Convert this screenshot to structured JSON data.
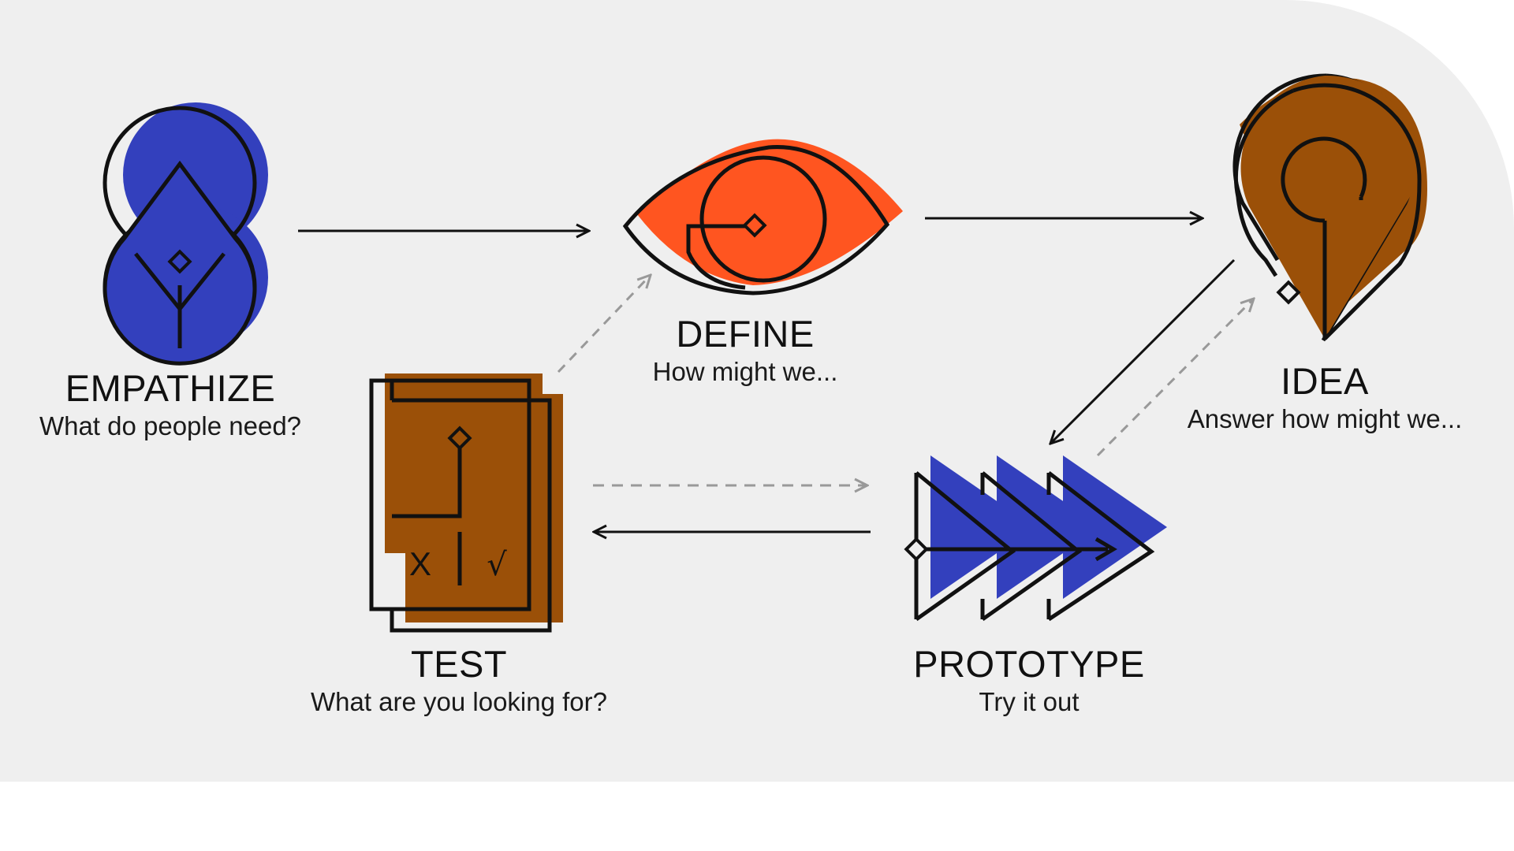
{
  "colors": {
    "background_panel": "#efefef",
    "blue": "#3340bd",
    "orange": "#ff5520",
    "brown": "#9b5008",
    "stroke": "#111111",
    "dashed": "#999999"
  },
  "stages": {
    "empathize": {
      "title": "EMPATHIZE",
      "subtitle": "What do people need?",
      "icon": "figure-eight-leaf-icon",
      "color": "blue"
    },
    "define": {
      "title": "DEFINE",
      "subtitle": "How might we...",
      "icon": "eye-spiral-icon",
      "color": "orange"
    },
    "idea": {
      "title": "IDEA",
      "subtitle": "Answer how might we...",
      "icon": "location-pin-icon",
      "color": "brown"
    },
    "test": {
      "title": "TEST",
      "subtitle": "What are you looking for?",
      "icon": "checklist-cards-icon",
      "color": "brown"
    },
    "prototype": {
      "title": "PROTOTYPE",
      "subtitle": "Try it out",
      "icon": "triple-arrow-icon",
      "color": "blue"
    }
  },
  "connections": [
    {
      "from": "empathize",
      "to": "define",
      "style": "solid"
    },
    {
      "from": "define",
      "to": "idea",
      "style": "solid"
    },
    {
      "from": "idea",
      "to": "prototype",
      "style": "solid"
    },
    {
      "from": "prototype",
      "to": "test",
      "style": "solid"
    },
    {
      "from": "test",
      "to": "prototype",
      "style": "dashed"
    },
    {
      "from": "test",
      "to": "define",
      "style": "dashed"
    },
    {
      "from": "prototype",
      "to": "idea",
      "style": "dashed"
    }
  ]
}
